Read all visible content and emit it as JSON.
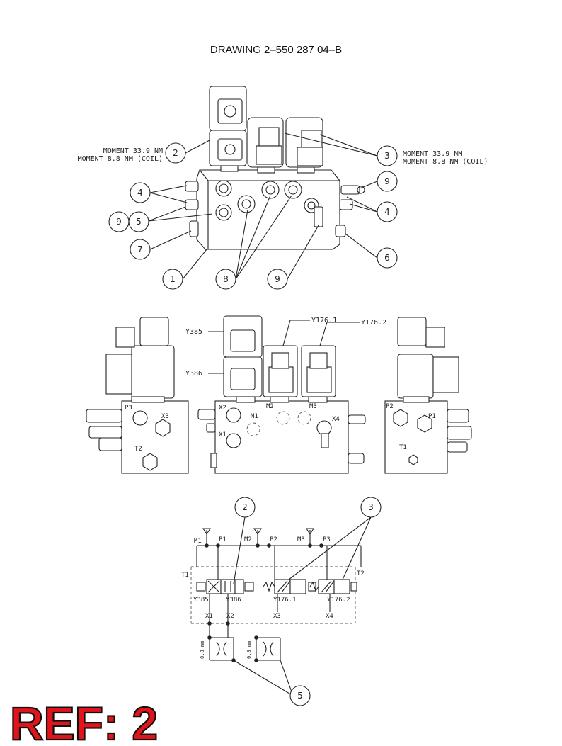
{
  "title": "DRAWING 2–550 287 04–B",
  "torque_left": [
    "MOMENT 33.9 NM",
    "MOMENT 8.8 NM (COIL)"
  ],
  "torque_right": [
    "MOMENT 33.9 NM",
    "MOMENT 8.8 NM (COIL)"
  ],
  "iso_callouts": [
    "2",
    "3",
    "4",
    "9",
    "9",
    "5",
    "4",
    "7",
    "6",
    "1",
    "8",
    "9"
  ],
  "views_labels": {
    "y385": "Y385",
    "y386": "Y386",
    "y176_1": "Y176.1",
    "y176_2": "Y176.2",
    "p3": "P3",
    "x3": "X3",
    "t2": "T2",
    "x2": "X2",
    "x1": "X1",
    "m1": "M1",
    "m2": "M2",
    "m3": "M3",
    "x4": "X4",
    "p2": "P2",
    "p1": "P1",
    "t1": "T1"
  },
  "schematic_labels": {
    "m1": "M1",
    "p1": "P1",
    "m2": "M2",
    "p2": "P2",
    "m3": "M3",
    "p3": "P3",
    "t1": "T1",
    "t2": "T2",
    "y385": "Y385",
    "y386": "Y386",
    "y176_1": "Y176.1",
    "y176_2": "Y176.2",
    "x1": "X1",
    "x2": "X2",
    "x3": "X3",
    "x4": "X4",
    "orifice1": "0.8 mm",
    "orifice2": "0.8 mm"
  },
  "schematic_callouts": [
    "2",
    "3",
    "5"
  ],
  "ref_label": "REF: 2"
}
